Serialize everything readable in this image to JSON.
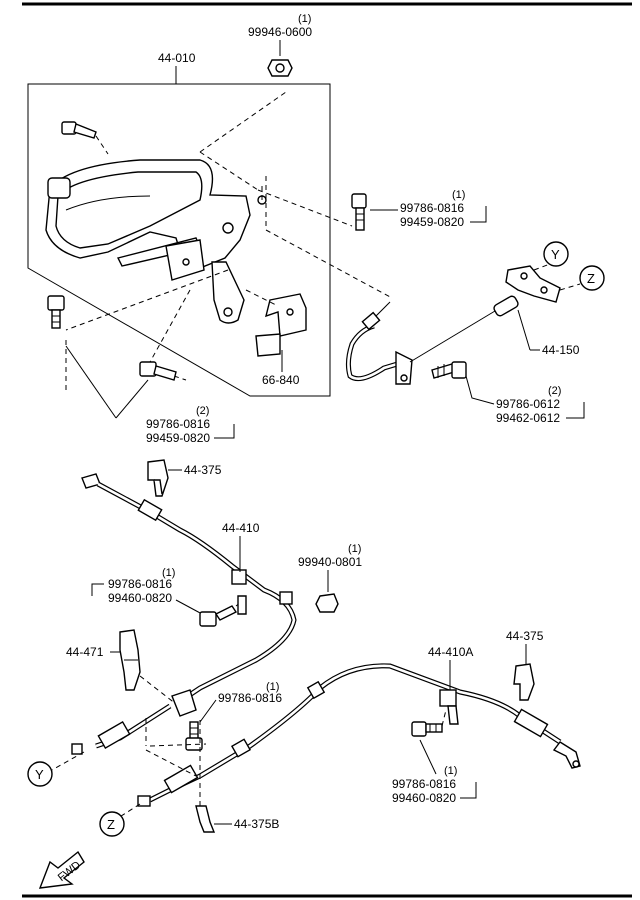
{
  "callouts": {
    "y": "Y",
    "z": "Z"
  },
  "parts": {
    "p_44_010": "44-010",
    "p_66_840": "66-840",
    "p_44_150": "44-150",
    "p_44_375_top": "44-375",
    "p_44_410": "44-410",
    "p_44_471": "44-471",
    "p_44_410a": "44-410A",
    "p_44_375_right": "44-375",
    "p_44_375b": "44-375B"
  },
  "fasteners": {
    "nut_top": {
      "qty": "(1)",
      "pn": "99946-0600"
    },
    "bolt_right_top": {
      "qty": "(1)",
      "pn1": "99786-0816",
      "pn2": "99459-0820"
    },
    "bolt_lever": {
      "qty": "(2)",
      "pn1": "99786-0816",
      "pn2": "99459-0820"
    },
    "bolt_bracket": {
      "qty": "(2)",
      "pn1": "99786-0612",
      "pn2": "99462-0612"
    },
    "nut_mid": {
      "qty": "(1)",
      "pn": "99940-0801"
    },
    "bolt_left_mid": {
      "qty": "(1)",
      "pn1": "99786-0816",
      "pn2": "99460-0820"
    },
    "bolt_center": {
      "qty": "(1)",
      "pn": "99786-0816"
    },
    "bolt_right_low": {
      "qty": "(1)",
      "pn1": "99786-0816",
      "pn2": "99460-0820"
    }
  },
  "fwd": {
    "label": "FWD"
  }
}
